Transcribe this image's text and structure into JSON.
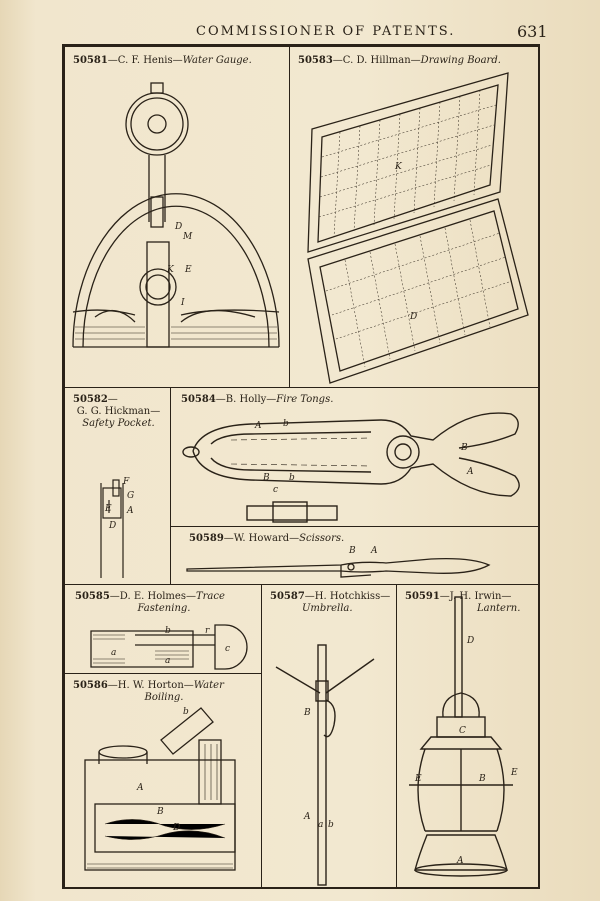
{
  "header": {
    "title": "COMMISSIONER OF PATENTS.",
    "page_number": "631"
  },
  "entries": [
    {
      "number": "50581",
      "sep": "—C. F. Henis—",
      "title": "Water Gauge."
    },
    {
      "number": "50583",
      "sep": "—C. D. Hillman—",
      "title": "Drawing Board."
    },
    {
      "number": "50582",
      "sep": "—",
      "line2": "G. G. Hickman—",
      "title": "Safety Pocket."
    },
    {
      "number": "50584",
      "sep": "—B. Holly—",
      "title": "Fire Tongs."
    },
    {
      "number": "50589",
      "sep": "—W. Howard—",
      "title": "Scissors."
    },
    {
      "number": "50585",
      "sep": "—D. E. Holmes—",
      "title_a": "Trace",
      "title_b": "Fastening."
    },
    {
      "number": "50587",
      "sep": "—H. Hotchkiss—",
      "title": "Umbrella."
    },
    {
      "number": "50591",
      "sep": "—J. H. Irwin—",
      "title": "Lantern."
    },
    {
      "number": "50586",
      "sep": "—H. W. Horton—",
      "title_a": "Water",
      "title_b": "Boiling."
    }
  ],
  "figure_letters": {
    "gauge": [
      "D",
      "M",
      "K",
      "E",
      "I"
    ],
    "board": [
      "K",
      "D"
    ],
    "pocket": [
      "F",
      "G",
      "E",
      "A",
      "D"
    ],
    "tongs": [
      "A",
      "b",
      "B",
      "b",
      "c",
      "B",
      "A"
    ],
    "scissors": [
      "B",
      "A"
    ],
    "trace": [
      "a",
      "b",
      "r",
      "a",
      "c"
    ],
    "umbrella": [
      "B",
      "A",
      "a",
      "b"
    ],
    "lantern": [
      "D",
      "C",
      "E",
      "B",
      "E",
      "A"
    ],
    "boiler": [
      "b",
      "A",
      "B",
      "D"
    ]
  }
}
